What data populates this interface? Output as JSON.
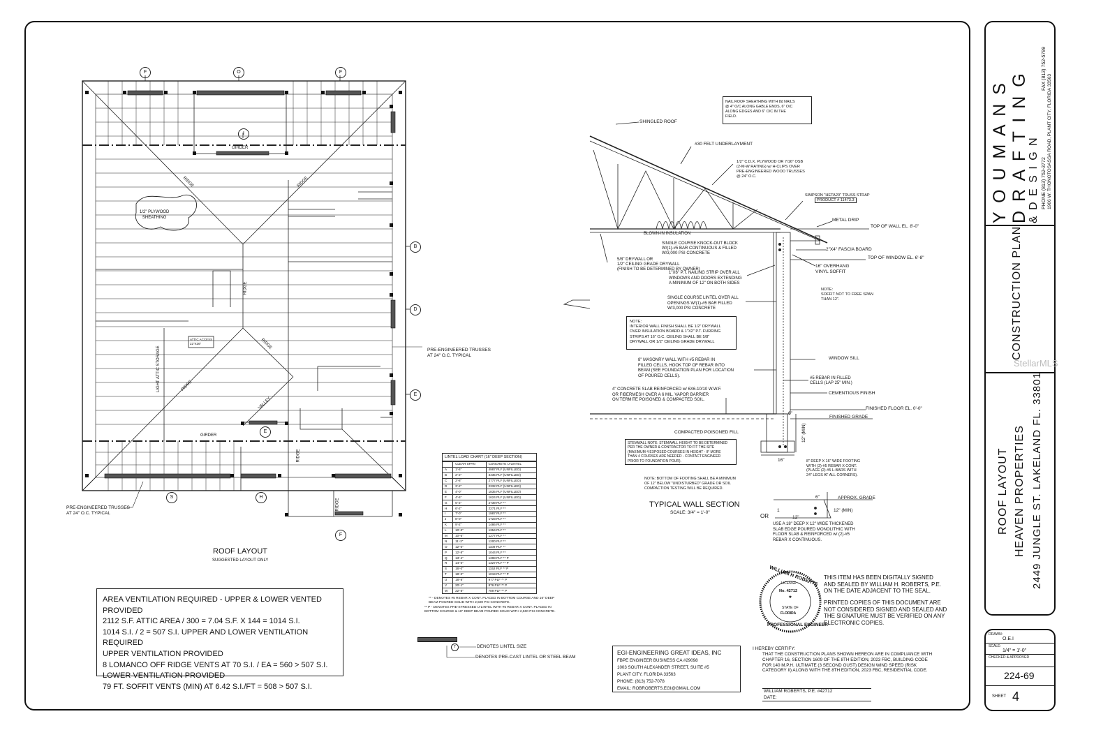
{
  "title_block": {
    "company_letters": "Y O U M A N S",
    "company_sub": "D R A F T I N G",
    "company_sub2": "& D E S I G N",
    "phone_line": "PHONE (813) 752-3772",
    "fax_line": "FAX (813) 752-5799",
    "address_line": "1906 W. THONOTOSASSA ROAD, PLANT CITY, FLORIDA 33563",
    "plan_title": "CONSTRUCTION PLAN",
    "sheet_title_1": "ROOF LAYOUT",
    "sheet_title_2": "HEAVEN PROPERTIES",
    "sheet_title_3": "2449 JUNGLE ST. LAKELAND FL. 33801",
    "drawn_label": "DRAWN:",
    "drawn_value": "O.E.I",
    "scale_label": "SCALE:",
    "scale_value": "1/4\" = 1'-0\"",
    "checked_label": "CHECKED & APPROVED",
    "job_number": "224-69",
    "sheet_label": "SHEET",
    "sheet_number": "4"
  },
  "watermark": "StellarMLS",
  "roof_layout": {
    "title": "ROOF LAYOUT",
    "subtitle": "SUGGESTED LAYOUT ONLY",
    "markers": {
      "f": "F",
      "o": "O",
      "i": "I",
      "b": "B",
      "d": "D",
      "e": "E",
      "s": "S",
      "h": "H"
    },
    "labels": {
      "girder": "GIRDER",
      "ridge": "RIDGE",
      "valley": "VALLEY",
      "plywood": "1/2\" PLYWOOD\nSHEATHING",
      "attic_access": "ATTIC ACCESS\n22\"X36\"",
      "light_attic": "LIGHT ATTIC STORAGE",
      "pre_trusses_right": "PRE-ENGINEERED TRUSSES\nAT 24\" O.C. TYPICAL",
      "pre_trusses_left": "PRE-ENGINEERED TRUSSES\nAT 24\" O.C. TYPICAL"
    }
  },
  "ventilation": [
    "AREA VENTILATION REQUIRED - UPPER & LOWER VENTED PROVIDED",
    "2112 S.F. ATTIC AREA / 300 = 7.04 S.F. X 144 = 1014 S.I.",
    "1014 S.I. / 2 = 507  S.I. UPPER AND LOWER VENTILATION REQUIRED",
    "UPPER VENTILATION PROVIDED",
    "8 LOMANCO OFF RIDGE VENTS AT  70 S.I. / EA = 560 > 507 S.I.",
    "LOWER VENTILATION PROVIDED",
    "79 FT. SOFFIT VENTS (MIN) AT 6.42 S.I./FT = 508 > 507 S.I."
  ],
  "lintel_chart": {
    "title": "LINTEL LOAD CHART (16\" DEEP SECTION)",
    "col_span": "CLEAR SPAN",
    "col_load": "CONCRETE U-LINTEL",
    "rows": [
      [
        "A",
        "1'-6\"",
        "4987 PLF (UNFILLED)"
      ],
      [
        "B",
        "2'-2\"",
        "3435 PLF (UNFILLED)"
      ],
      [
        "C",
        "2'-8\"",
        "2777 PLF (UNFILLED)"
      ],
      [
        "D",
        "3'-2\"",
        "2332 PLF (UNFILLED)"
      ],
      [
        "E",
        "4'-0\"",
        "1835 PLF (UNFILLED)"
      ],
      [
        "F",
        "4'-6\"",
        "1624 PLF (UNFILLED)"
      ],
      [
        "G",
        "5'-2\"",
        "2739 PLF **"
      ],
      [
        "H",
        "6'-2\"",
        "2271 PLF **"
      ],
      [
        "I",
        "7'-0\"",
        "1987 PLF **"
      ],
      [
        "J",
        "8'-0\"",
        "1723 PLF **"
      ],
      [
        "K",
        "9'-2\"",
        "1486 PLF **"
      ],
      [
        "L",
        "10'-0\"",
        "1354 PLF **"
      ],
      [
        "M",
        "10'-6\"",
        "1277 PLF **"
      ],
      [
        "N",
        "11'-2\"",
        "1200 PLF **"
      ],
      [
        "O",
        "12'-0\"",
        "1109 PLF **"
      ],
      [
        "P",
        "12'-8\"",
        "1044 PLF **"
      ],
      [
        "Q",
        "13'-4\"",
        "1398 PLF ** P"
      ],
      [
        "R",
        "14'-0\"",
        "1327 PLF ** P"
      ],
      [
        "S",
        "16'-0\"",
        "1152 PLF ** P"
      ],
      [
        "T",
        "18'-0\"",
        "1019 PLF ** P"
      ],
      [
        "U",
        "18'-8\"",
        "977 PLF ** P"
      ],
      [
        "V",
        "20'-1\"",
        "876 PLF ** P"
      ],
      [
        "W",
        "22'-8\"",
        "789 PLF ** P"
      ]
    ],
    "note1": "** - DENOTES #5 REBAR X CONT. PLACED IN BOTTOM COURSE AND 16\" DEEP BEAM POURED SOLID WITH 2,500 PSI CONCRETE.",
    "note2": "** P - DENOTES PRE-STRESSED U-LINTEL WITH #5 REBAR X CONT. PLACED IN BOTTOM COURSE & 16\" DEEP BEAM POURED SOLID WITH 2,500 PSI CONCRETE."
  },
  "legend": {
    "marker": "T",
    "lintel_size": "DENOTES LINTEL SIZE",
    "precast": "DENOTES PRE-CAST LINTEL OR STEEL BEAM"
  },
  "wall_section": {
    "title": "TYPICAL WALL SECTION",
    "scale": "SCALE: 3/4\" = 1'-0\"",
    "notes": {
      "nail": "NAIL ROOF SHEATHING WITH 8d NAILS\n@ 4\" O/C ALONG GABLE ENDS, 6\" O/C\nALONG EDGES AND 6\" O/C IN THE\nFIELD.",
      "shingled": "SHINGLED ROOF",
      "felt": "#30 FELT UNDERLAYMENT",
      "plywood": "1/2\" C.D.X. PLYWOOD OR 7/16\" OSB\n(2-M-W RATING) w/ H-CLIPS OVER\nPRE-ENGINEERED WOOD TRUSSES\n@ 24\" O.C.",
      "simpson": "SIMPSON \"HETA20\" TRUSS STRAP",
      "product": "PRODUCT # 11473.3",
      "metal_drip": "METAL DRIP",
      "top_wall": "TOP OF WALL EL. 8'-0\"",
      "blown": "BLOWN-IN INSULATION",
      "knockout": "SINGLE COURSE KNOCK-OUT BLOCK\nW/(1)-#5 BAR CONTINUOUS & FILLED\nW/3,000 PSI CONCRETE",
      "fascia": "2\"X4\" FASCIA BOARD",
      "drywall": "5/8\" DRYWALL OR\n1/2\" CEILING GRADE DRYWALL\n(FINISH TO BE DETERMINED BY OWNER)",
      "nailing": "1\"X6\" P.T. NAILING STRIP OVER ALL\nWINDOWS AND DOORS EXTENDING\nA MINIMUM OF 12\" ON BOTH SIDES",
      "overhang": "16\" OVERHANG\nVINYL SOFFIT",
      "top_window": "TOP OF WINDOW EL. 6'-8\"",
      "soffit_note": "NOTE:\nSOFFIT NOT TO FREE SPAN\nTHAN 12\".",
      "lintel": "SINGLE COURSE LINTEL OVER ALL\nOPENINGS W/(1)-#5 BAR FILLED\nW/3,000 PSI CONCRETE",
      "interior": "NOTE:\nINTERIOR WALL FINISH SHALL BE 1/2\" DRYWALL\nOVER INSULATION BOARD & 1\"X2\" P.T. FURRING\nSTRIPS AT 16\" O.C. CEILING SHALL BE 5/8\"\nDRYWALL OR 1/2\" CEILING GRADE DRYWALL",
      "window_sill": "WINDOW SILL",
      "masonry": "8\" MASONRY WALL WITH #5 REBAR IN\nFILLED CELLS, HOOK TOP OF REBAR INTO\nBEAM (SEE FOUNDATION PLAN FOR LOCATION\nOF POURED CELLS).",
      "rebar": "#5 REBAR IN FILLED\nCELLS (LAP 25\" MIN.)",
      "slab": "4\" CONCRETE SLAB REINFORCED w/ 6X6-10/10 W.W.F.\nOR FIBERMESH OVER A 6 MIL. VAPOR BARRIER\nON TERMITE POISONED & COMPACTED SOIL.",
      "cementious": "CEMENTIOUS FINISH",
      "finished_floor": "FINISHED FLOOR EL. 0'-0\"",
      "finished_grade": "FINISHED GRADE",
      "compacted": "COMPACTED POISONED FILL",
      "stemwall": "STEMWALL NOTE: STEMWALL HEIGHT TO BE DETERMINED\nPER THE OWNER & CONTRACTOR TO FIT THE SITE\n(MAXIMUM 4 EXPOSED COURSES IN HEIGHT - IF MORE\nTHAN 4 COURSES ARE NEEDED - CONTACT ENGINEER\nPRIOR TO FOUNDATION POUR).",
      "footing": "8\" DEEP X 16\" WIDE FOOTING\nWITH (2)-#5 REBAR X CONT.\n(PLACE (2)-#5 L-BARS WITH\n24\" LEGS AT ALL CORNERS).",
      "bottom": "NOTE: BOTTOM OF FOOTING SHALL BE A MINIMUM\nOF 12\" BELOW \"UNDISTURBED\" GRADE OR SOIL\nCOMPACTION TESTING WILL BE REQUIRED.",
      "approx_grade": "APPROX. GRADE",
      "or": "OR",
      "thickened": "USE A 18\" DEEP X 12\" WIDE THICKENED\nSLAB EDGE POURED MONOLITHIC WITH\nFLOOR SLAB & REINFORCED w/ (2)-#5\nREBAR X CONTINUOUS.",
      "dim_6": "6\"",
      "dim_16": "16\"",
      "dim_12": "12\"",
      "dim_12min": "12\" (MIN)",
      "dim_1": "1"
    }
  },
  "seal": {
    "outer_top": "WILLIAM H ROBERTS",
    "license": "LICENSE",
    "number": "No. 42712",
    "state": "STATE OF",
    "florida": "FLORIDA",
    "outer_bottom": "PROFESSIONAL ENGINEER",
    "text1": "THIS ITEM HAS BEEN DIGITALLY SIGNED\nAND SEALED BY WILLIAM H. ROBERTS, P.E.\nON THE DATE ADJACENT TO THE SEAL.",
    "text2": "PRINTED COPIES OF THIS DOCUMENT ARE\nNOT CONSIDERED SIGNED AND SEALED AND\nTHE SIGNATURE MUST BE VERIFIED ON ANY\nELECTRONIC COPIES."
  },
  "engineer": {
    "name": "EGI-ENGINEERING GREAT IDEAS, INC",
    "business": "FBPE ENGINEER BUSINESS CA #29098",
    "street": "1003 SOUTH ALEXANDER STREET, SUITE #5",
    "city": "PLANT CITY, FLORIDA 33563",
    "phone": "PHONE: (813) 752-7078",
    "email": "EMAIL: ROBROBERTS.EGI@GMAIL.COM"
  },
  "certify": {
    "heading": "I HEREBY CERTIFY:",
    "body": "THAT THE CONSTRUCTION PLANS SHOWN HEREON ARE IN COMPLIANCE WITH\nCHAPTER 16, SECTION 1609 OF THE 8TH EDITION, 2023 FBC, BUILDING CODE\nFOR 140 M.P.H. ULTIMATE (3 SECOND GUST) DESIGN WIND SPEED (RISK\nCATEGORY II) ALONG WITH THE 8TH EDITION, 2023 FBC, RESIDENTIAL CODE.",
    "signer": "WILLIAM ROBERTS, P.E. #42712",
    "date": "DATE:"
  }
}
